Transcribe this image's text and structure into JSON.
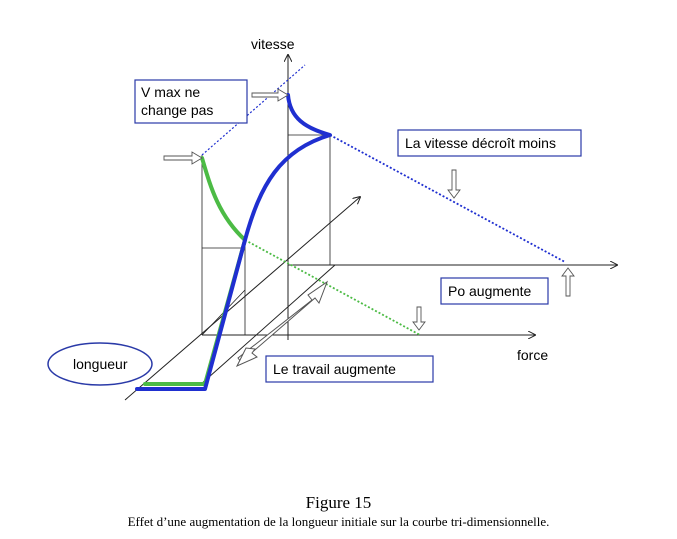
{
  "labels": {
    "axis_speed": "vitesse",
    "axis_force": "force",
    "length": "longueur",
    "vmax": [
      "V max ne",
      "change pas"
    ],
    "speed_decrease": "La vitesse décroît moins",
    "po_increase": "Po augmente",
    "work_increase": "Le travail augmente"
  },
  "caption": {
    "title": "Figure 15",
    "text": "Effet d’une augmentation de la longueur initiale sur la courbe tri-dimensionnelle."
  },
  "colors": {
    "blue_curve": "#1f2fd0",
    "green_curve": "#4cbb45",
    "box_border": "#2a3aa8",
    "axis": "#222222"
  }
}
